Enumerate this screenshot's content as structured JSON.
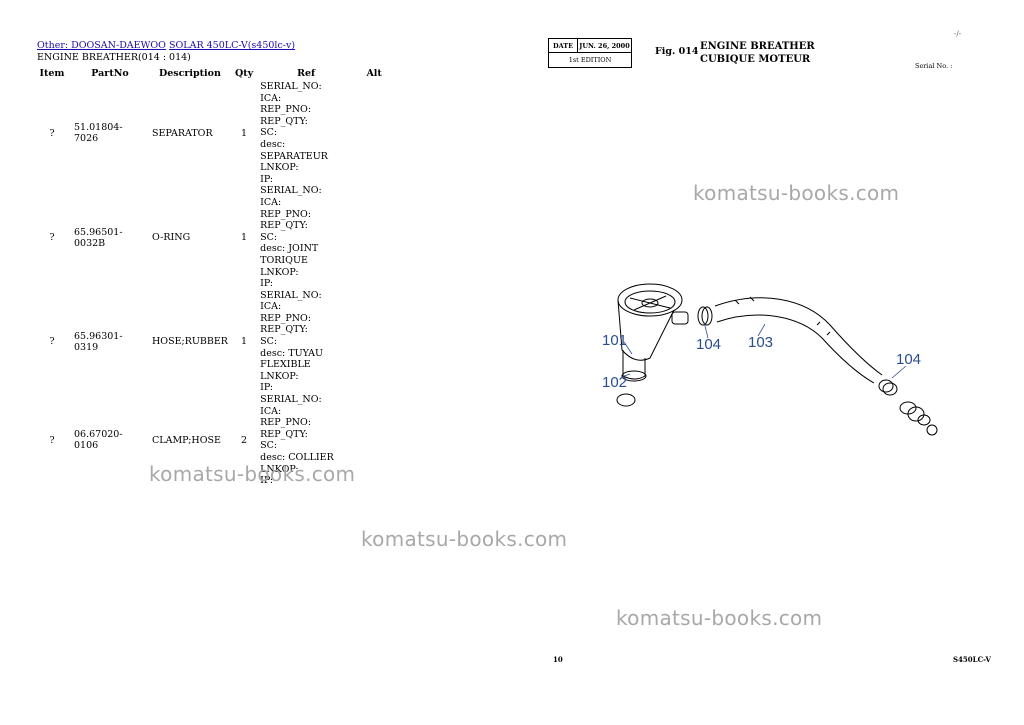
{
  "breadcrumb": {
    "link1": "Other: DOOSAN-DAEWOO",
    "link2": "SOLAR 450LC-V(s450lc-v)"
  },
  "subtitle": "ENGINE BREATHER(014 : 014)",
  "table": {
    "headers": [
      "Item",
      "PartNo",
      "Description",
      "Qty",
      "Ref",
      "Alt"
    ],
    "rows": [
      {
        "item": "?",
        "partno": "51.01804-7026",
        "description": "SEPARATOR",
        "qty": "1",
        "ref": [
          "SERIAL_NO:",
          "ICA:",
          "REP_PNO:",
          "REP_QTY:",
          "SC:",
          "desc: SEPARATEUR",
          "LNKOP:",
          "IP:"
        ],
        "alt": ""
      },
      {
        "item": "?",
        "partno": "65.96501-0032B",
        "description": "O-RING",
        "qty": "1",
        "ref": [
          "SERIAL_NO:",
          "ICA:",
          "REP_PNO:",
          "REP_QTY:",
          "SC:",
          "desc: JOINT TORIQUE",
          "LNKOP:",
          "IP:"
        ],
        "alt": ""
      },
      {
        "item": "?",
        "partno": "65.96301-0319",
        "description": "HOSE;RUBBER",
        "qty": "1",
        "ref": [
          "SERIAL_NO:",
          "ICA:",
          "REP_PNO:",
          "REP_QTY:",
          "SC:",
          "desc: TUYAU FLEXIBLE",
          "LNKOP:",
          "IP:"
        ],
        "alt": ""
      },
      {
        "item": "?",
        "partno": "06.67020-0106",
        "description": "CLAMP;HOSE",
        "qty": "2",
        "ref": [
          "SERIAL_NO:",
          "ICA:",
          "REP_PNO:",
          "REP_QTY:",
          "SC:",
          "desc: COLLIER",
          "LNKOP:",
          "IP:"
        ],
        "alt": ""
      }
    ]
  },
  "watermark": "komatsu-books.com",
  "sheet_header": {
    "date_label": "DATE",
    "date_value": "JUN. 26, 2000",
    "edition": "1st EDITION",
    "fig": "Fig. 014",
    "title_en": "ENGINE BREATHER",
    "title_fr": "CUBIQUE MOTEUR",
    "serial_label": "Serial No. :"
  },
  "diagram": {
    "callouts": [
      "101",
      "102",
      "104",
      "103",
      "104"
    ]
  },
  "footer": {
    "page": "10",
    "model": "S450LC-V"
  }
}
